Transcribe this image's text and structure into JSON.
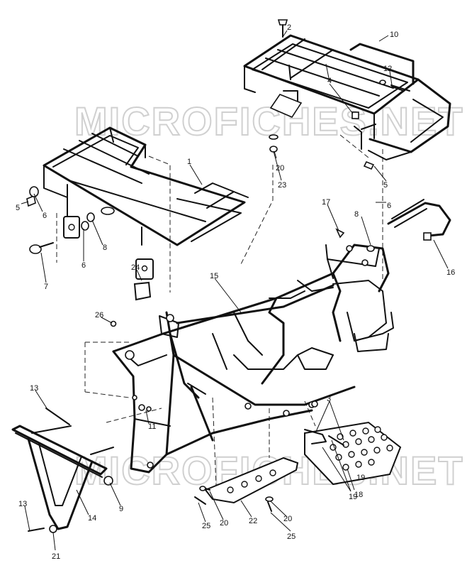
{
  "watermark": {
    "text": "MICROFICHES.NET"
  },
  "callouts": {
    "c1": "1",
    "c2": "2",
    "c3": "3",
    "c4": "4",
    "c5a": "5",
    "c5b": "5",
    "c6a": "6",
    "c6b": "6",
    "c6c": "6",
    "c7": "7",
    "c8a": "8",
    "c8b": "8",
    "c9": "9",
    "c10": "10",
    "c11": "11",
    "c12": "12",
    "c13a": "13",
    "c13b": "13",
    "c14": "14",
    "c15": "15",
    "c16": "16",
    "c17": "17",
    "c18": "18",
    "c19a": "19",
    "c19b": "19",
    "c20a": "20",
    "c20b": "20",
    "c20c": "20",
    "c21": "21",
    "c22": "22",
    "c23": "23",
    "c24": "24",
    "c25a": "25",
    "c25b": "25",
    "c26": "26"
  }
}
